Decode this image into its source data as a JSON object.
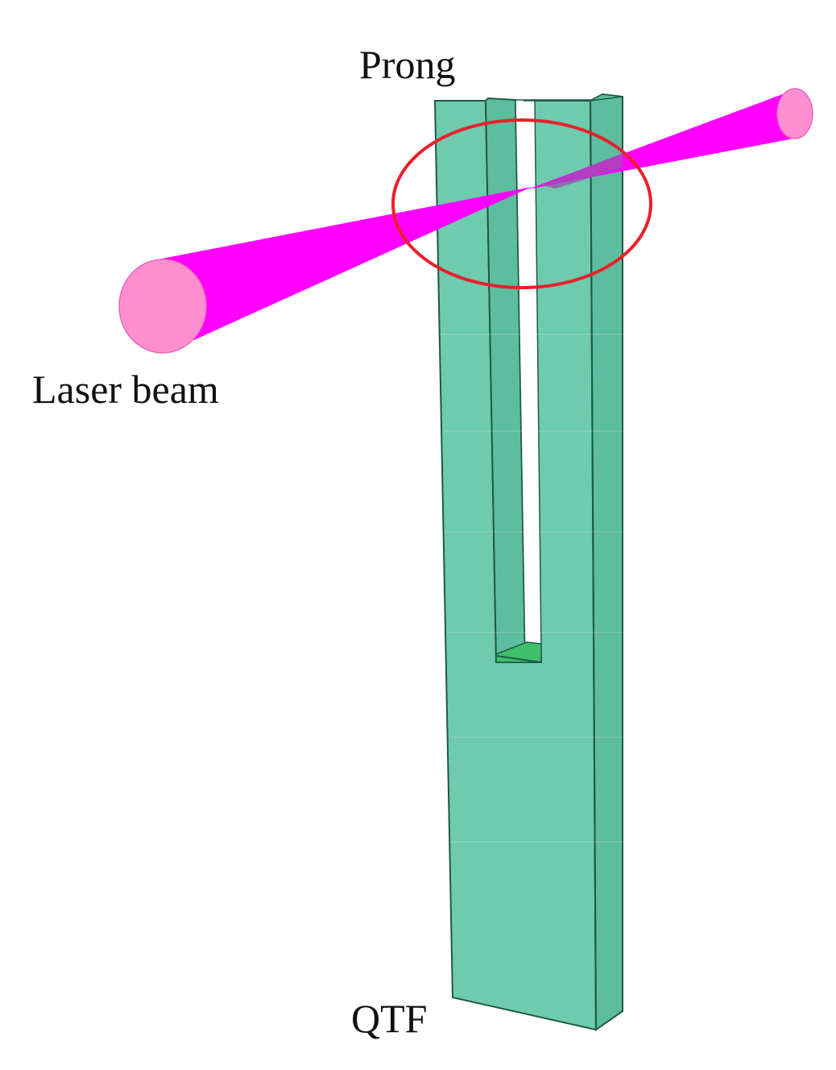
{
  "labels": {
    "prong": "Prong",
    "laser_beam": "Laser beam",
    "qtf": "QTF"
  },
  "colors": {
    "qtf_face": "#6ecbae",
    "qtf_side": "#5dbd9f",
    "qtf_edge": "#1f5a45",
    "qtf_base_floor": "#3fbf6a",
    "beam": "#ff00ff",
    "beam_end": "#ff8fd0",
    "beam_end_edge": "#e66ab8",
    "highlight_ellipse": "#e8202a",
    "text": "#111111"
  }
}
